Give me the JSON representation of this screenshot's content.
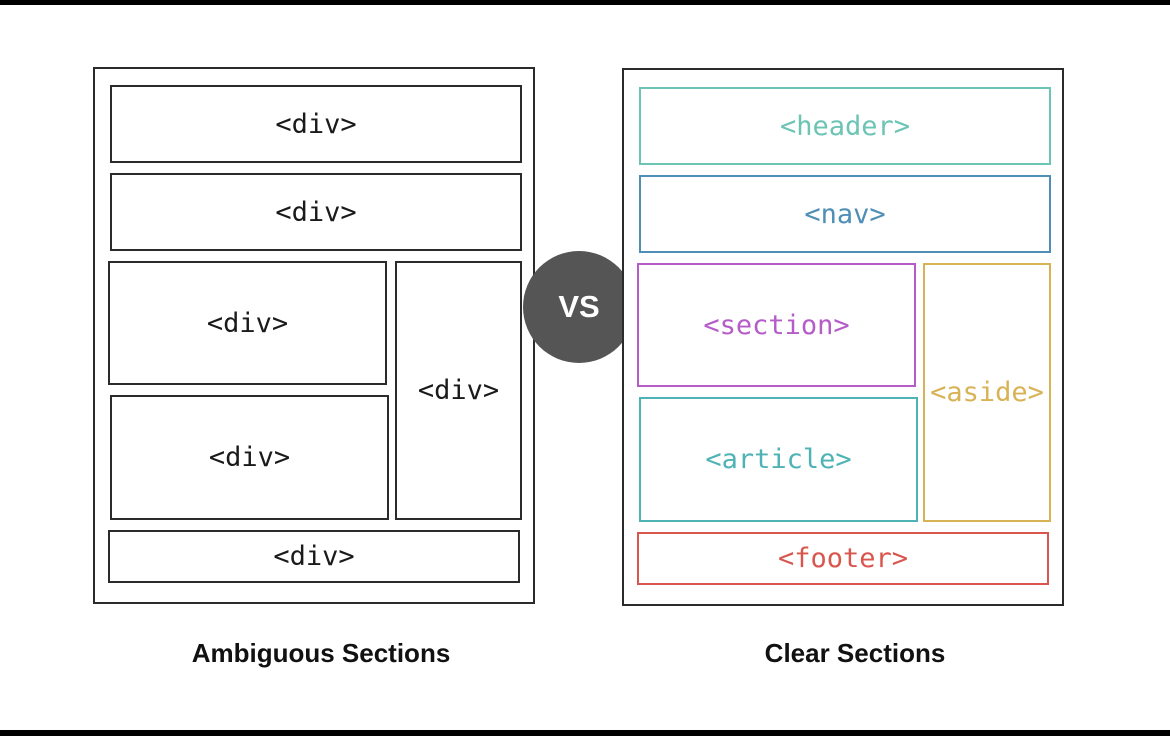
{
  "left_panel": {
    "caption": "Ambiguous Sections",
    "boxes": [
      "<div>",
      "<div>",
      "<div>",
      "<div>",
      "<div>",
      "<div>"
    ]
  },
  "vs_label": "VS",
  "right_panel": {
    "caption": "Clear Sections",
    "boxes": [
      {
        "label": "<header>",
        "color": "#6cc5b4"
      },
      {
        "label": "<nav>",
        "color": "#4f8fb5"
      },
      {
        "label": "<section>",
        "color": "#b55cc8"
      },
      {
        "label": "<aside>",
        "color": "#d8b356"
      },
      {
        "label": "<article>",
        "color": "#4fb3b5"
      },
      {
        "label": "<footer>",
        "color": "#d9564f"
      }
    ]
  }
}
